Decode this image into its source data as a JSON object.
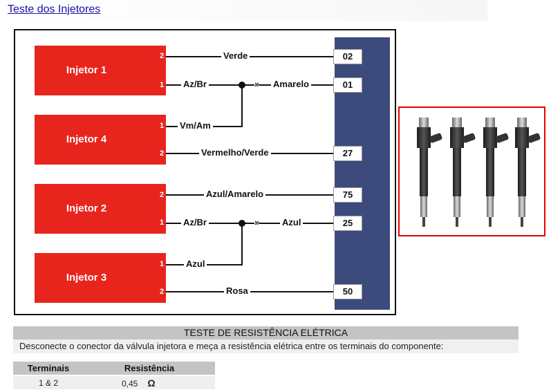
{
  "page": {
    "title": "Teste dos Injetores"
  },
  "diagram": {
    "injectors": [
      {
        "name": "Injetor 1",
        "pin_top": "2",
        "pin_bottom": "1"
      },
      {
        "name": "Injetor 4",
        "pin_top": "1",
        "pin_bottom": "2"
      },
      {
        "name": "Injetor 2",
        "pin_top": "2",
        "pin_bottom": "1"
      },
      {
        "name": "Injetor 3",
        "pin_top": "1",
        "pin_bottom": "2"
      }
    ],
    "wires": {
      "inj1_pin2": "Verde",
      "inj1_pin1": "Az/Br",
      "junction1_out": "Amarelo",
      "inj4_pin1": "Vm/Am",
      "inj4_pin2": "Vermelho/Verde",
      "inj2_pin2": "Azul/Amarelo",
      "inj2_pin1": "Az/Br",
      "junction2_out": "Azul",
      "inj3_pin1": "Azul",
      "inj3_pin2": "Rosa"
    },
    "terminals": [
      "02",
      "01",
      "27",
      "75",
      "25",
      "50"
    ],
    "connector_symbol": "»"
  },
  "test": {
    "heading": "TESTE DE RESISTÊNCIA ELÉTRICA",
    "description": "Desconecte o conector da válvula injetora e meça a resistência elétrica entre os terminais do componente:",
    "columns": [
      "Terminais",
      "Resistência"
    ],
    "rows": [
      {
        "terminals": "1 & 2",
        "resistance": "0,45",
        "unit": "Ω"
      }
    ]
  },
  "colors": {
    "injector": "#e8251d",
    "connector_bus": "#3c4a7c",
    "photo_border": "#e00000",
    "link": "#1a0dab"
  }
}
